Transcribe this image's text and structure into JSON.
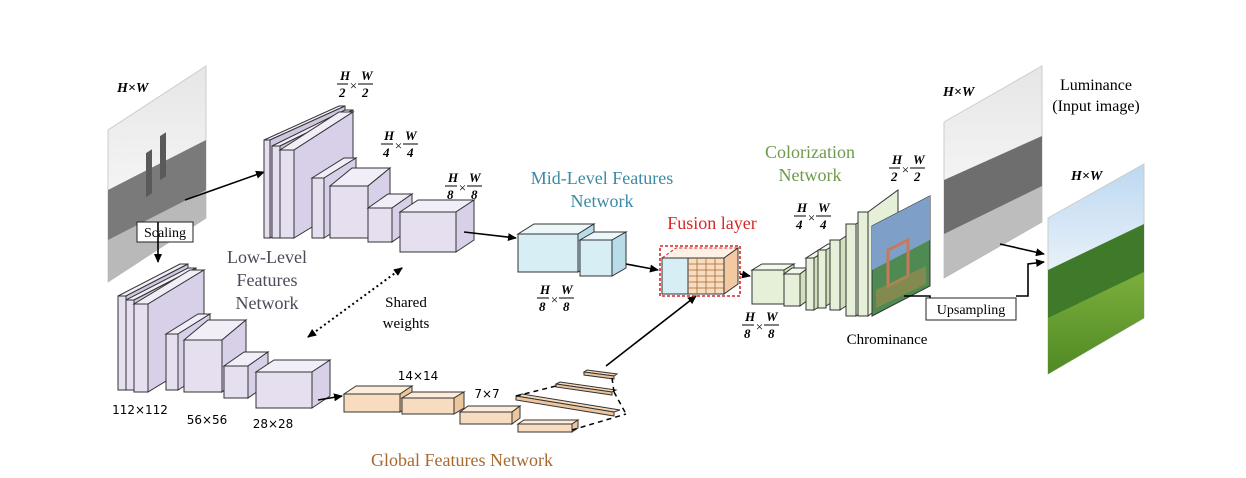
{
  "colors": {
    "low_level": "#e5dff0",
    "mid_level": "#d6eef4",
    "global": "#f8dcc0",
    "colorization": "#e6f0d9",
    "fusion": "#d62728",
    "label_low": "#4a4a5a",
    "label_mid": "#3a8aa6",
    "label_color": "#6f9a4a",
    "label_global": "#a8692f"
  },
  "labels": {
    "input_size": "H×W",
    "scaling": "Scaling",
    "low_level": [
      "Low-Level",
      "Features",
      "Network"
    ],
    "shared": [
      "Shared",
      "weights"
    ],
    "mid_level": [
      "Mid-Level Features",
      "Network"
    ],
    "fusion": "Fusion layer",
    "colorization": [
      "Colorization",
      "Network"
    ],
    "global": "Global Features Network",
    "luminance": [
      "Luminance",
      "(Input image)"
    ],
    "chrominance": "Chrominance",
    "upsampling": "Upsampling",
    "lum_size": "H×W",
    "out_size": "H×W",
    "global_sizes": {
      "s112": "112×112",
      "s56": "56×56",
      "s28": "28×28",
      "s14": "14×14",
      "s7": "7×7"
    }
  },
  "fractions": {
    "half": {
      "h": "H",
      "sep": "×",
      "w": "W",
      "d": "2"
    },
    "quarter": {
      "h": "H",
      "sep": "×",
      "w": "W",
      "d": "4"
    },
    "eighth": {
      "h": "H",
      "sep": "×",
      "w": "W",
      "d": "8"
    }
  },
  "icons": [
    "input-image-icon",
    "luminance-image-icon",
    "chrominance-image-icon",
    "output-image-icon"
  ]
}
